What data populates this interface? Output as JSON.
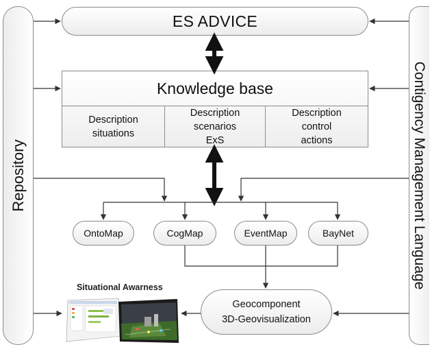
{
  "repository": {
    "label": "Repository"
  },
  "contingency": {
    "label": "Contigency Management Language"
  },
  "es_advice": {
    "label": "ES ADVICE"
  },
  "knowledge_base": {
    "title": "Knowledge base",
    "columns": [
      {
        "label": "Description\nsituations"
      },
      {
        "label": "Description\nscenarios\nExS"
      },
      {
        "label": "Description\ncontrol\nactions"
      }
    ]
  },
  "models": [
    {
      "label": "OntoMap"
    },
    {
      "label": "CogMap"
    },
    {
      "label": "EventMap"
    },
    {
      "label": "BayNet"
    }
  ],
  "geocomponent": {
    "label": "Geocomponent\n3D-Geovisualization"
  },
  "situational_awareness": {
    "label": "Situational Awarness"
  }
}
